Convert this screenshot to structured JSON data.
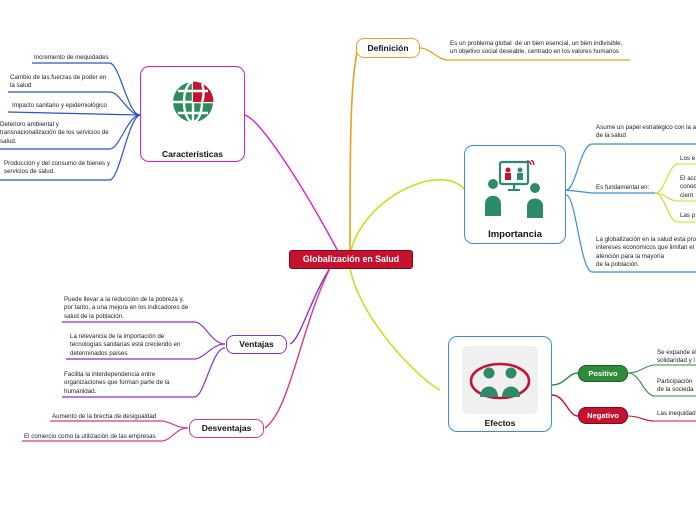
{
  "central": "Globalización en Salud",
  "caracteristicas": {
    "label": "Características",
    "items": [
      "Incremento de inequidades",
      "Cambio de las fuerzas de poder en\nla salud",
      "Impacto sanitario y epidemiológico",
      "Deterioro ambiental y\ntransnacionalización de los servicios de\nsalud.",
      "Producción y del consumo de bienes y\nservicios de salud."
    ]
  },
  "definicion": {
    "label": "Definición",
    "text": "Es un problema global  de un bien esencial, un bien indivisible,\nun objetivo social deseable, centrado en los valores humanos"
  },
  "importancia": {
    "label": "Importancia",
    "item1": "Asume un papel estratégico con la at\nde la salud",
    "item2": "Es fundamental en:",
    "sub": [
      "Los e",
      "El acc\nconoc\ncient",
      "Las p"
    ],
    "item3": "La globalización en la salud esta pro\nintereses económicos que limitan el\natención para la mayoría\nde la población."
  },
  "ventajas": {
    "label": "Ventajas",
    "items": [
      "Puede llevar a la reducción de la pobreza y,\npor tanto, a una mejora en los indicadores de\nsalud de la población.",
      "La relevancia de la importación de\ntecnologías sanitarias está creciendo en\ndeterminados países",
      "Facilita la interdependencia entre\norganizaciones que forman parte de la\nhumanidad."
    ]
  },
  "desventajas": {
    "label": "Desventajas",
    "items": [
      "Aumento de la brecha de desigualdad",
      "El comercio como la utilización de las empresas"
    ]
  },
  "efectos": {
    "label": "Efectos",
    "positivo": {
      "label": "Positivo",
      "items": [
        "Se expande el\nsolidaridad y l",
        "Participación\nde la socieda"
      ]
    },
    "negativo": {
      "label": "Negativo",
      "items": [
        "Las inequidad"
      ]
    }
  },
  "colors": {
    "central": "#c4122f",
    "caracteristicas": "#d81bd8",
    "definicion": "#f0a020",
    "importancia": "#3a8fd8",
    "ventajas": "#8b2fd8",
    "desventajas": "#d8388a",
    "efectos": "#2e8b3a",
    "positivo": "#2e8b3a",
    "negativo": "#c4122f",
    "connector_left": "#e8a020",
    "connector_right": "#c8e020"
  }
}
